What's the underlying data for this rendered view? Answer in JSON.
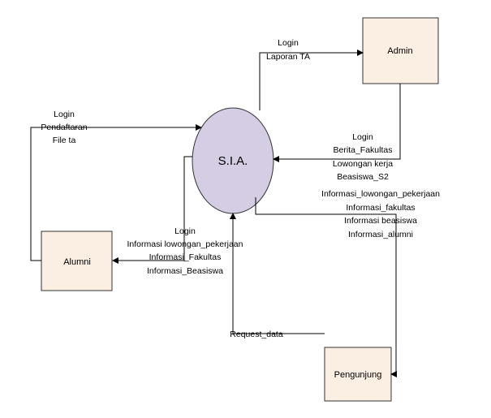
{
  "process": {
    "label": "S.I.A."
  },
  "entities": {
    "admin": "Admin",
    "alumni": "Alumni",
    "pengunjung": "Pengunjung"
  },
  "flows": {
    "alumni_to_sia": [
      "Login",
      "Pendaftaran",
      "File ta"
    ],
    "sia_to_admin": [
      "Login",
      "Laporan TA"
    ],
    "admin_to_sia": [
      "Login",
      "Berita_Fakultas",
      "Lowongan kerja",
      "Beasiswa_S2"
    ],
    "sia_to_pengunjung": [
      "Informasi_lowongan_pekerjaan",
      "Informasi_fakultas",
      "Informasi beasiswa",
      "Informasi_alumni"
    ],
    "sia_to_alumni": [
      "Login",
      "Informasi lowongan_pekerjaan",
      "Informasi_Fakultas",
      "Informasi_Beasiswa"
    ],
    "pengunjung_to_sia": [
      "Request_data"
    ]
  },
  "colors": {
    "entity_fill": "#fbeee2",
    "process_fill": "#d5cde3",
    "stroke": "#333333"
  }
}
